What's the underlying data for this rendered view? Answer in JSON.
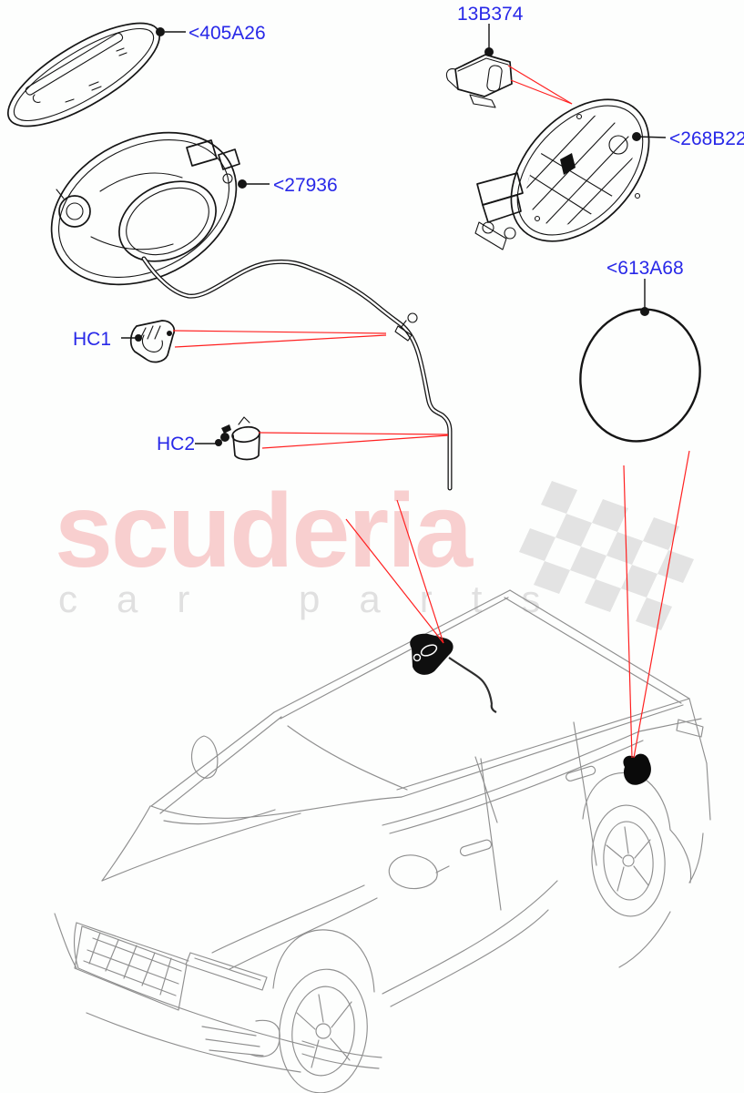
{
  "labels": {
    "part_405a26": "<405A26",
    "part_13b374": "13B374",
    "part_268b22": "<268B22",
    "part_27936": "<27936",
    "hc1": "HC1",
    "hc2": "HC2",
    "part_613a68": "<613A68"
  },
  "watermark": {
    "brand": "scuderia",
    "tagline": "car parts"
  },
  "colors": {
    "label_blue": "#2828e8",
    "leader_red": "#ff2020",
    "watermark_pink": "#f8cfcf",
    "watermark_gray": "#e0e0e0",
    "part_line_black": "#151515",
    "car_line_gray": "#8f8f8f"
  }
}
